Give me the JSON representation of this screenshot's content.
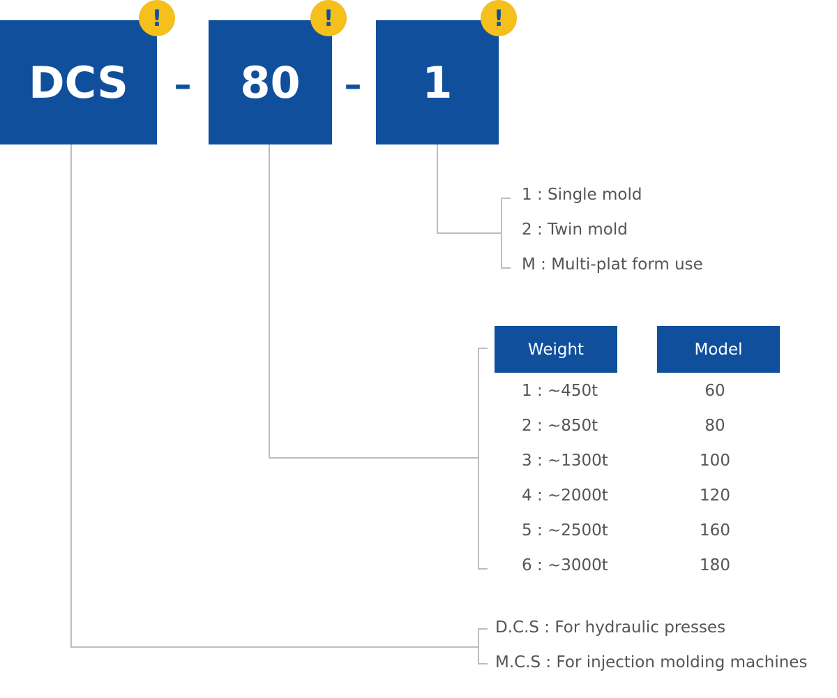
{
  "code": {
    "part1": "DCS",
    "separator1": "–",
    "part2": "80",
    "separator2": "–",
    "part3": "1",
    "badge_symbol": "!"
  },
  "mold_options": [
    "1 : Single mold",
    "2 : Twin mold",
    "M : Multi-plat form use"
  ],
  "weight_table": {
    "headers": {
      "weight": "Weight",
      "model": "Model"
    },
    "rows": [
      {
        "weight": "1 : ~450t",
        "model": "60"
      },
      {
        "weight": "2 : ~850t",
        "model": "80"
      },
      {
        "weight": "3 : ~1300t",
        "model": "100"
      },
      {
        "weight": "4 : ~2000t",
        "model": "120"
      },
      {
        "weight": "5 : ~2500t",
        "model": "160"
      },
      {
        "weight": "6 : ~3000t",
        "model": "180"
      }
    ]
  },
  "series_options": [
    "D.C.S : For hydraulic presses",
    "M.C.S : For injection molding machines"
  ],
  "colors": {
    "box": "#0f4f9c",
    "badge": "#f5bf1c",
    "connector": "#bdbdbd",
    "text": "#555555"
  },
  "icons": {
    "badge": "exclamation-icon"
  }
}
